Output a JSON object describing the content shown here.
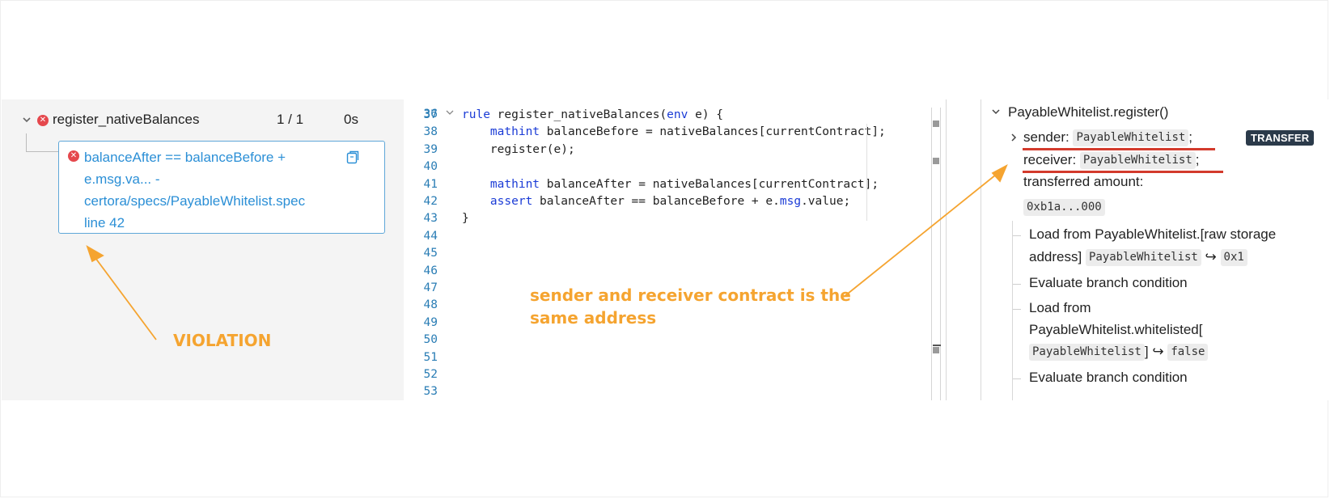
{
  "left_panel": {
    "rule_name": "register_nativeBalances",
    "rule_ratio": "1 / 1",
    "rule_time": "0s",
    "violation_line1": "balanceAfter == balanceBefore +",
    "violation_line2": "e.msg.va... -",
    "violation_line3": "certora/specs/PayableWhitelist.spec",
    "violation_line4": "line 42"
  },
  "code": {
    "partial_top_number": "36",
    "lines": [
      {
        "n": "37",
        "parts": [
          {
            "t": "rule ",
            "k": true
          },
          {
            "t": "register_nativeBalances(",
            "k": false
          },
          {
            "t": "env",
            "k": true
          },
          {
            "t": " e) {",
            "k": false
          }
        ]
      },
      {
        "n": "38",
        "parts": [
          {
            "t": "    ",
            "k": false
          },
          {
            "t": "mathint",
            "k": true
          },
          {
            "t": " balanceBefore = nativeBalances[currentContract];",
            "k": false
          }
        ]
      },
      {
        "n": "39",
        "parts": [
          {
            "t": "    register(e);",
            "k": false
          }
        ]
      },
      {
        "n": "40",
        "parts": []
      },
      {
        "n": "41",
        "parts": [
          {
            "t": "    ",
            "k": false
          },
          {
            "t": "mathint",
            "k": true
          },
          {
            "t": " balanceAfter = nativeBalances[currentContract];",
            "k": false
          }
        ]
      },
      {
        "n": "42",
        "parts": [
          {
            "t": "    ",
            "k": false
          },
          {
            "t": "assert",
            "k": true
          },
          {
            "t": " balanceAfter == balanceBefore + e.",
            "k": false
          },
          {
            "t": "msg",
            "k": true
          },
          {
            "t": ".value;",
            "k": false
          }
        ]
      },
      {
        "n": "43",
        "parts": [
          {
            "t": "}",
            "k": false
          }
        ]
      },
      {
        "n": "44",
        "parts": []
      },
      {
        "n": "45",
        "parts": []
      },
      {
        "n": "46",
        "parts": []
      },
      {
        "n": "47",
        "parts": []
      },
      {
        "n": "48",
        "parts": []
      },
      {
        "n": "49",
        "parts": []
      },
      {
        "n": "50",
        "parts": []
      },
      {
        "n": "51",
        "parts": []
      },
      {
        "n": "52",
        "parts": []
      },
      {
        "n": "53",
        "parts": []
      }
    ]
  },
  "trace": {
    "call_title": "PayableWhitelist.register()",
    "sender_label": "sender:",
    "sender_value": "PayableWhitelist",
    "receiver_label": "receiver:",
    "receiver_value": "PayableWhitelist",
    "semicolon": ";",
    "transfer_badge": "TRANSFER",
    "amount_label": "transferred amount:",
    "amount_value": "0xb1a...000",
    "load1_line1": "Load from PayableWhitelist.[raw storage",
    "load1_line2": "address]",
    "load1_key": "PayableWhitelist",
    "load1_value": "0x1",
    "eval1": "Evaluate branch condition",
    "load2_line1": "Load from",
    "load2_line2": "PayableWhitelist.whitelisted[",
    "load2_key": "PayableWhitelist",
    "load2_bracket": "]",
    "load2_value": "false",
    "eval2": "Evaluate branch condition",
    "arrow_glyph": "↪"
  },
  "annotations": {
    "violation": "VIOLATION",
    "same_address_line1": "sender and receiver contract is the",
    "same_address_line2": "same address",
    "color": "#f5a430"
  },
  "colors": {
    "error": "#e5484d",
    "link": "#2b8fd6",
    "keyword": "#1a3bd6",
    "line_number": "#2a7db5",
    "underline": "#d33a2c",
    "badge": "#2b3a4a"
  }
}
